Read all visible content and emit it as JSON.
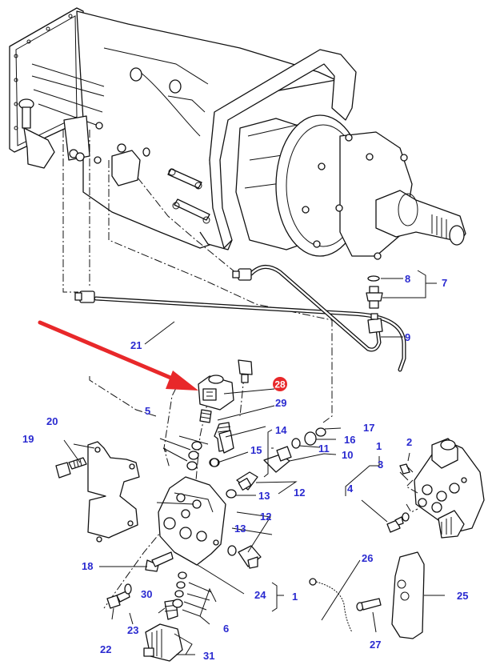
{
  "diagram": {
    "title": "Transmission PTO solenoid valve assembly - exploded parts view",
    "colors": {
      "label": "#2a2ad0",
      "line": "#111111",
      "highlight": "#e8282a",
      "arrow": "#e8282a",
      "background": "#ffffff"
    },
    "highlighted_part": "28",
    "callouts": [
      {
        "id": "1",
        "text": "1"
      },
      {
        "id": "1b",
        "text": "1"
      },
      {
        "id": "2",
        "text": "2"
      },
      {
        "id": "3",
        "text": "3"
      },
      {
        "id": "4",
        "text": "4"
      },
      {
        "id": "5",
        "text": "5"
      },
      {
        "id": "6",
        "text": "6"
      },
      {
        "id": "7",
        "text": "7"
      },
      {
        "id": "8",
        "text": "8"
      },
      {
        "id": "9",
        "text": "9"
      },
      {
        "id": "10",
        "text": "10"
      },
      {
        "id": "11",
        "text": "11"
      },
      {
        "id": "12",
        "text": "12"
      },
      {
        "id": "12b",
        "text": "12"
      },
      {
        "id": "13",
        "text": "13"
      },
      {
        "id": "13b",
        "text": "13"
      },
      {
        "id": "14",
        "text": "14"
      },
      {
        "id": "15",
        "text": "15"
      },
      {
        "id": "16",
        "text": "16"
      },
      {
        "id": "17",
        "text": "17"
      },
      {
        "id": "18",
        "text": "18"
      },
      {
        "id": "19",
        "text": "19"
      },
      {
        "id": "20",
        "text": "20"
      },
      {
        "id": "21",
        "text": "21"
      },
      {
        "id": "22",
        "text": "22"
      },
      {
        "id": "23",
        "text": "23"
      },
      {
        "id": "24",
        "text": "24"
      },
      {
        "id": "25",
        "text": "25"
      },
      {
        "id": "26",
        "text": "26"
      },
      {
        "id": "27",
        "text": "27"
      },
      {
        "id": "28",
        "text": "28"
      },
      {
        "id": "29",
        "text": "29"
      },
      {
        "id": "30",
        "text": "30"
      },
      {
        "id": "31",
        "text": "31"
      }
    ],
    "parts": {
      "transmission_housing": "Transmission housing",
      "clutch_housing": "PTO clutch housing with output shaft",
      "pipe_21": "Pipe (21)",
      "pipe_9": "Pipe (9)",
      "solenoid_28": "Solenoid coil (28)",
      "valve_body_24": "Valve body (24)",
      "bracket_20": "Bracket (20)",
      "cover_25": "Cover (25)",
      "solenoid_31": "Solenoid coil (31)"
    }
  }
}
